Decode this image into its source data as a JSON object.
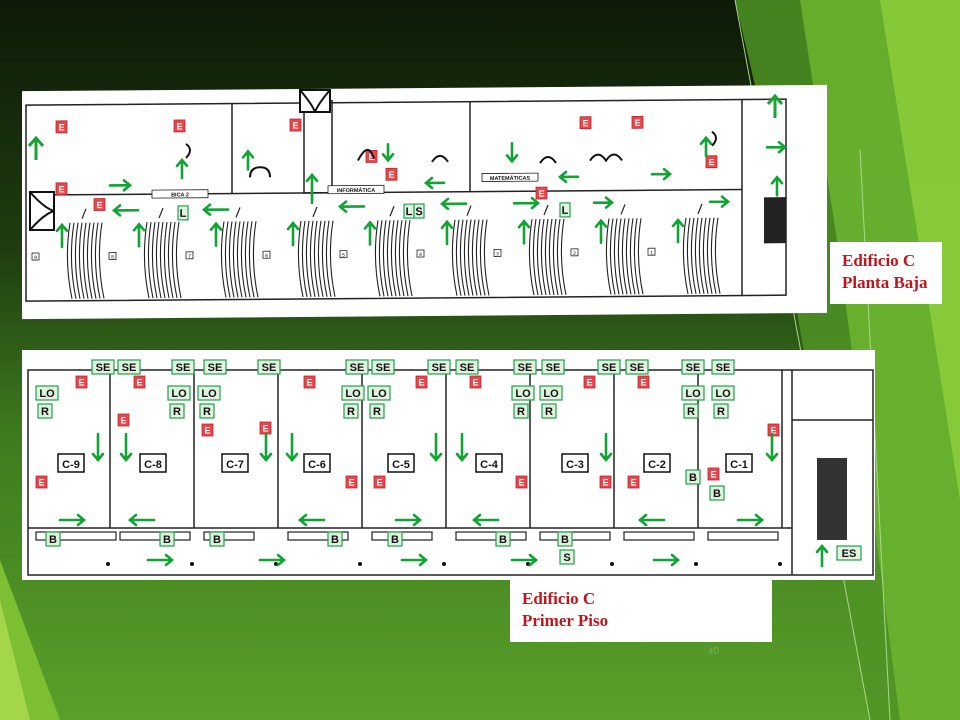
{
  "captions": {
    "planta_baja": {
      "line1": "Edificio C",
      "line2": "Planta Baja"
    },
    "primer_piso": {
      "line1": "Edificio C",
      "line2": "Primer Piso"
    }
  },
  "page_number": "40",
  "planta_baja": {
    "room_labels": [
      "BICA 2",
      "INFORMÁTICA",
      "MATEMÁTICAS"
    ],
    "classroom_numbers": [
      "9",
      "8",
      "7",
      "6",
      "5",
      "4",
      "3",
      "2",
      "1"
    ],
    "extinguisher_label": "E",
    "tag_labels": [
      "L",
      "L",
      "S",
      "L"
    ]
  },
  "primer_piso": {
    "rooms": [
      "C-9",
      "C-8",
      "C-7",
      "C-6",
      "C-5",
      "C-4",
      "C-3",
      "C-2",
      "C-1"
    ],
    "se_label": "SE",
    "lo_label": "LO",
    "r_label": "R",
    "b_label": "B",
    "s_label": "S",
    "es_label": "ES",
    "extinguisher_label": "E"
  },
  "colors": {
    "arrow": "#11a334",
    "extinguisher": "#e8474d",
    "caption": "#c0151b",
    "tag_border": "#21a04a"
  }
}
